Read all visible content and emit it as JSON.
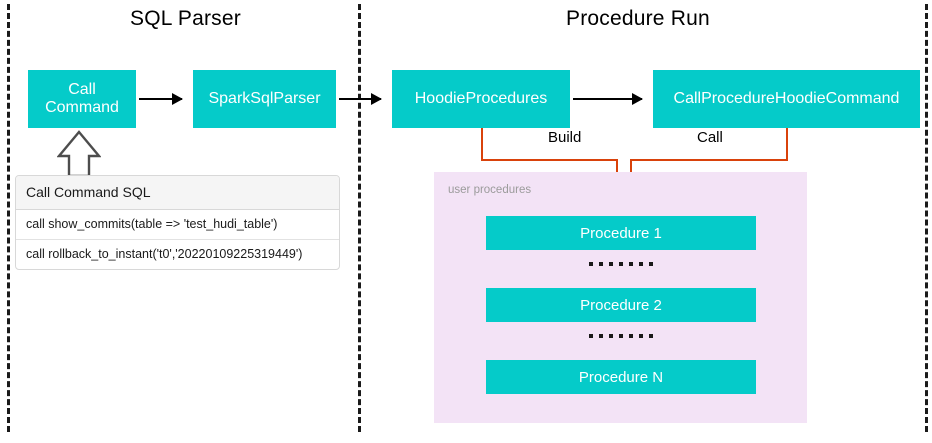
{
  "sections": {
    "left_title": "SQL Parser",
    "right_title": "Procedure Run"
  },
  "flow_boxes": {
    "call_command": "Call Command",
    "spark_sql_parser": "SparkSqlParser",
    "hoodie_procedures": "HoodieProcedures",
    "call_procedure_hoodie_command": "CallProcedureHoodieCommand"
  },
  "sql_panel": {
    "header": "Call Command SQL",
    "rows": [
      "call show_commits(table => 'test_hudi_table')",
      "call rollback_to_instant('t0','20220109225319449')"
    ]
  },
  "connectors": {
    "build_label": "Build",
    "call_label": "Call"
  },
  "procedures_panel": {
    "label": "user procedures",
    "items": [
      "Procedure 1",
      "Procedure 2",
      "Procedure N"
    ],
    "ellipsis_dot_count": 7
  },
  "colors": {
    "teal": "#05cbc9",
    "panel_pink": "#f3e3f6",
    "connector_orange": "#d9420b",
    "divider_black": "#1a1a1a",
    "text_white": "#ffffff",
    "label_gray": "#9b9b9b"
  }
}
